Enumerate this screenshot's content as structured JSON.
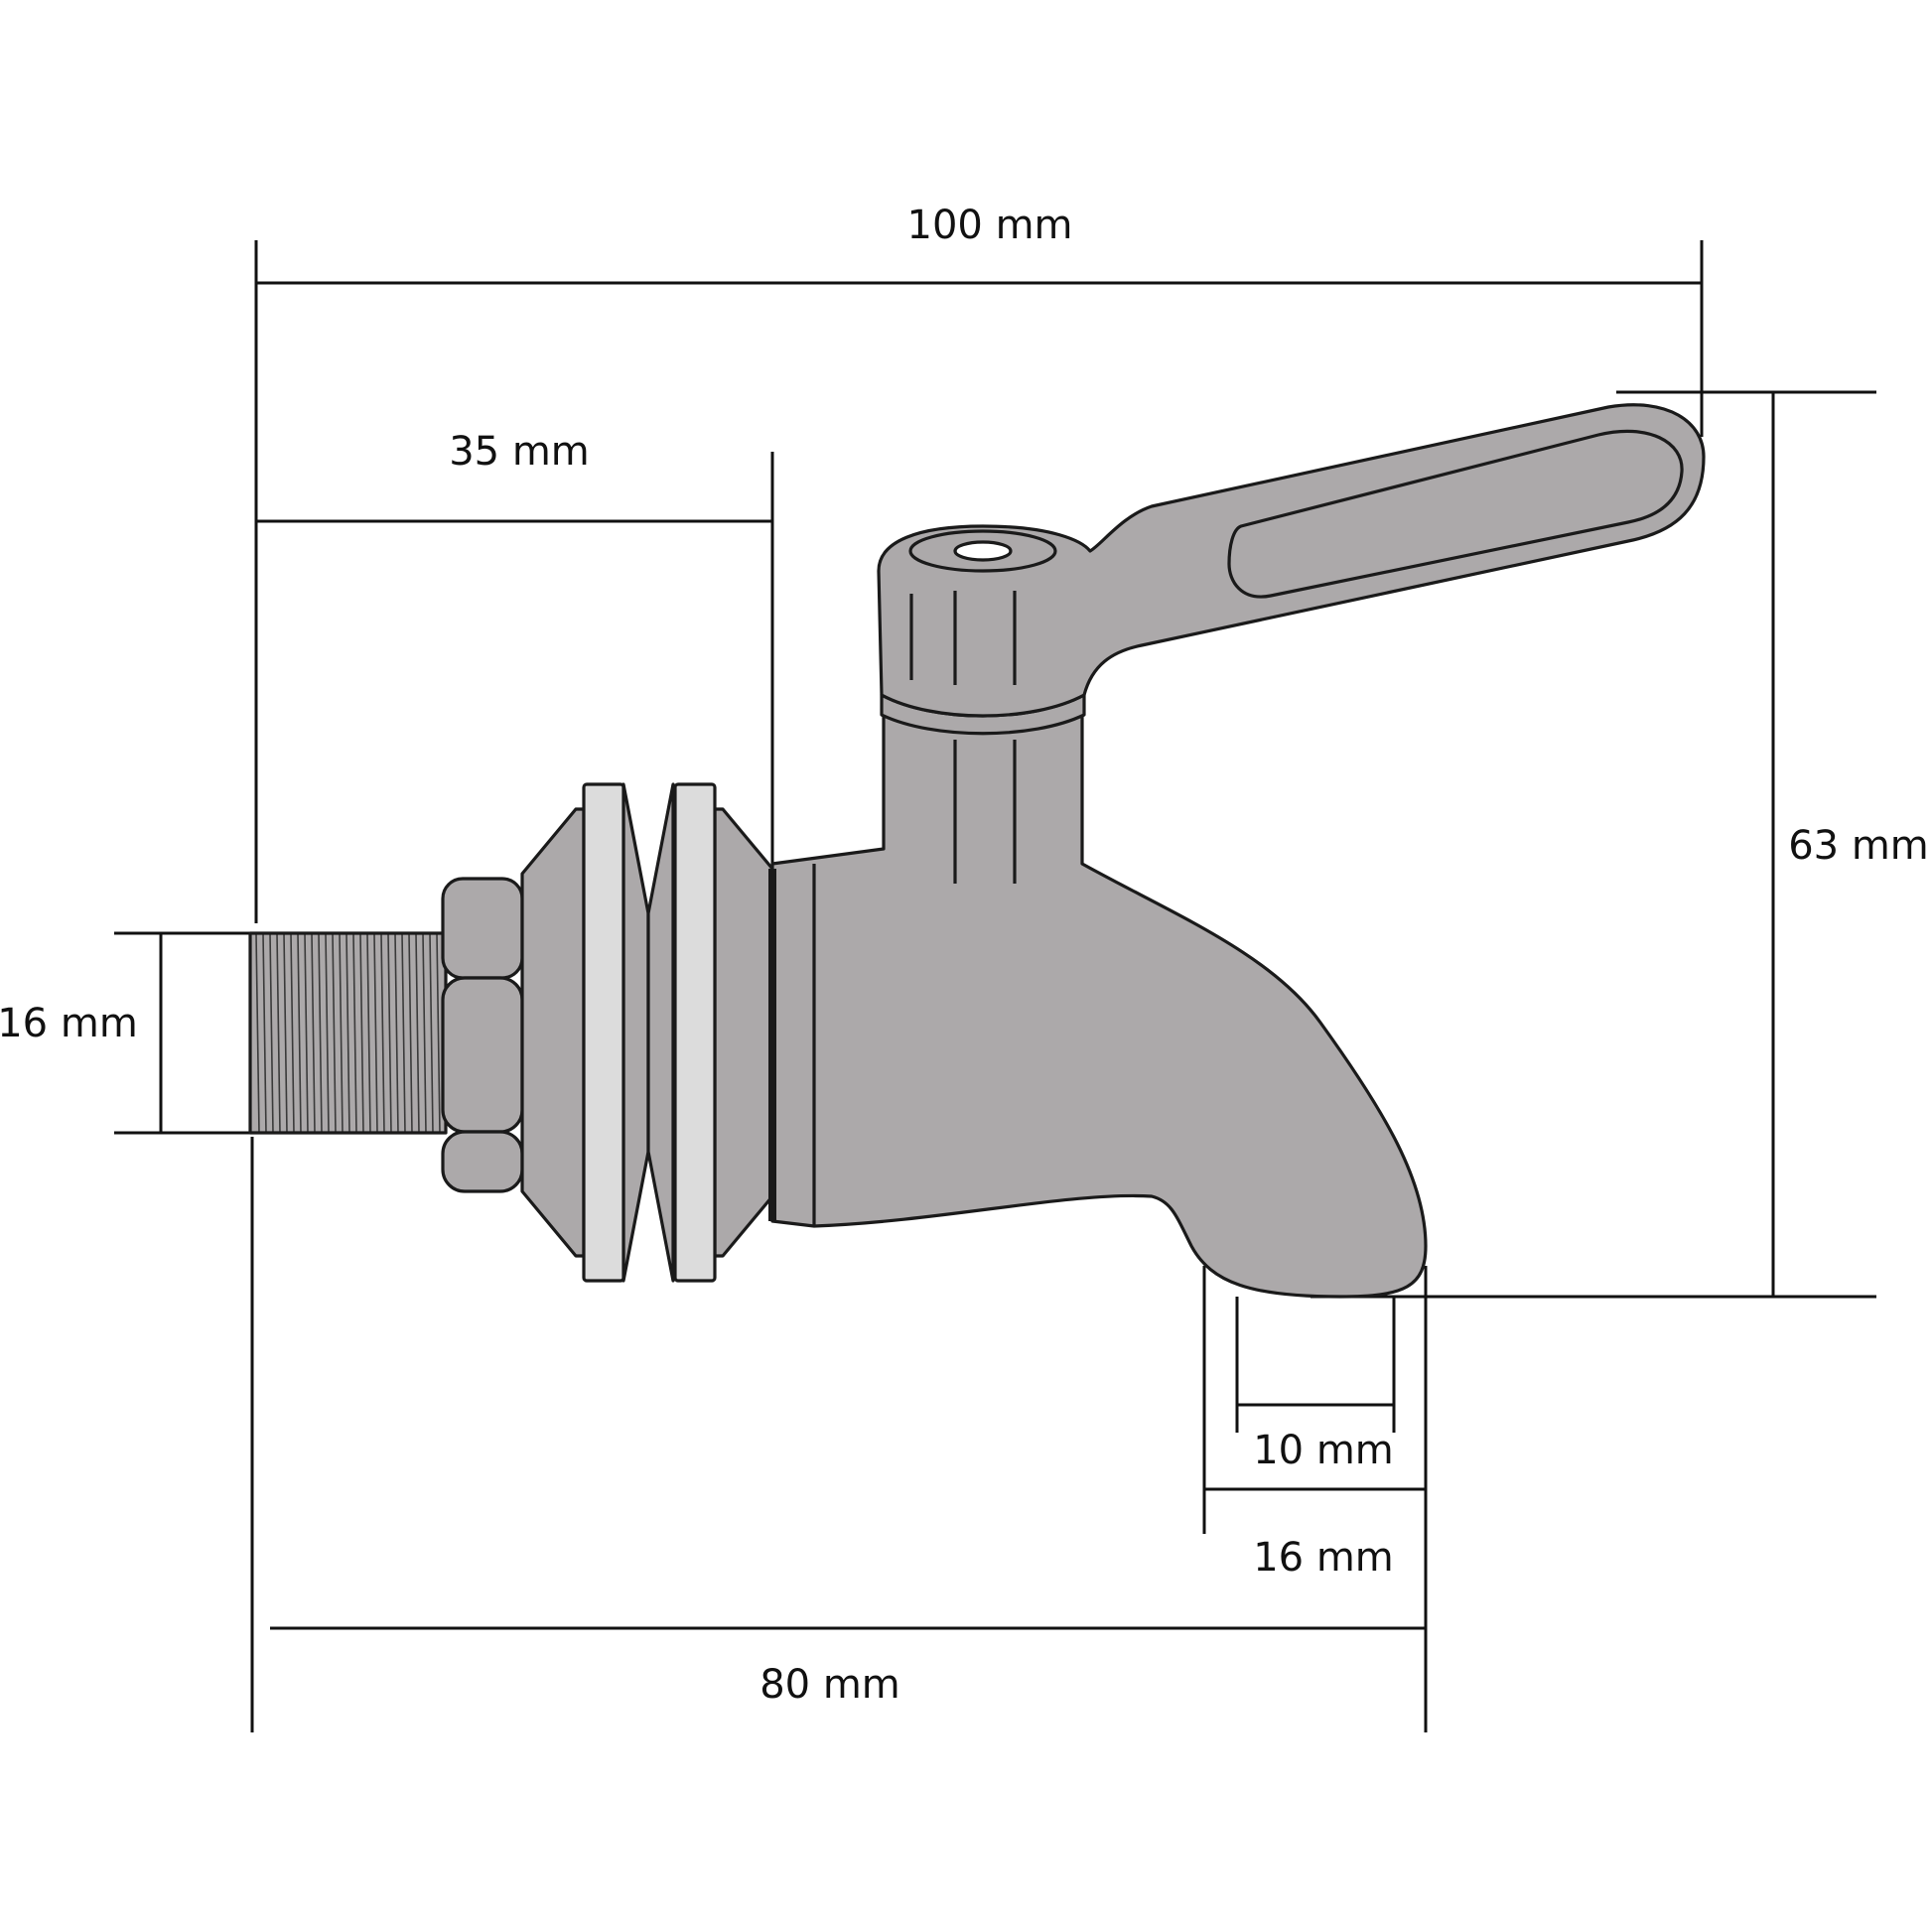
{
  "dimensions": {
    "overall_length": "100 mm",
    "body_depth": "35 mm",
    "height": "63 mm",
    "thread_diameter": "16 mm",
    "outlet_inner": "10 mm",
    "outlet_outer": "16 mm",
    "base_length": "80 mm"
  },
  "colors": {
    "body": "#aca9aa",
    "washer": "#dcdcdc",
    "line": "#111111"
  }
}
